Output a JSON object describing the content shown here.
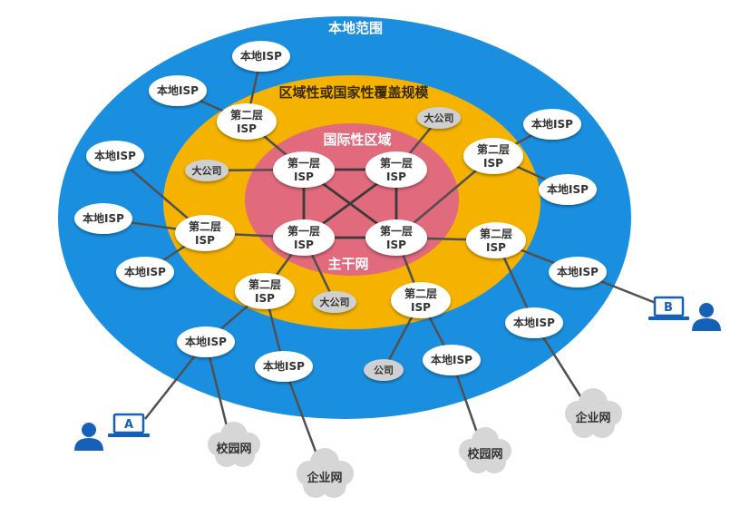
{
  "zones": {
    "local": "本地范围",
    "regional": "区域性或国家性覆盖规模",
    "international": "国际性区域",
    "backbone": "主干网"
  },
  "tier1_label": [
    "第一层",
    "ISP"
  ],
  "tier2_label": [
    "第二层",
    "ISP"
  ],
  "local_isp_label": "本地ISP",
  "big_company_label": "大公司",
  "company_label": "公司",
  "campus_net_label": "校园网",
  "enterprise_net_label": "企业网",
  "host_a_label": "A",
  "host_b_label": "B",
  "colors": {
    "local_zone": "#1a8fe0",
    "regional_zone": "#f5b300",
    "international_zone": "#e26a7d",
    "node_fill": "#ffffff",
    "small_node_fill": "#d0d0d0",
    "cloud_fill": "#d6d6d6",
    "user_icon": "#1560b8"
  },
  "icons": [
    "laptop-icon",
    "user-icon",
    "cloud-icon"
  ]
}
